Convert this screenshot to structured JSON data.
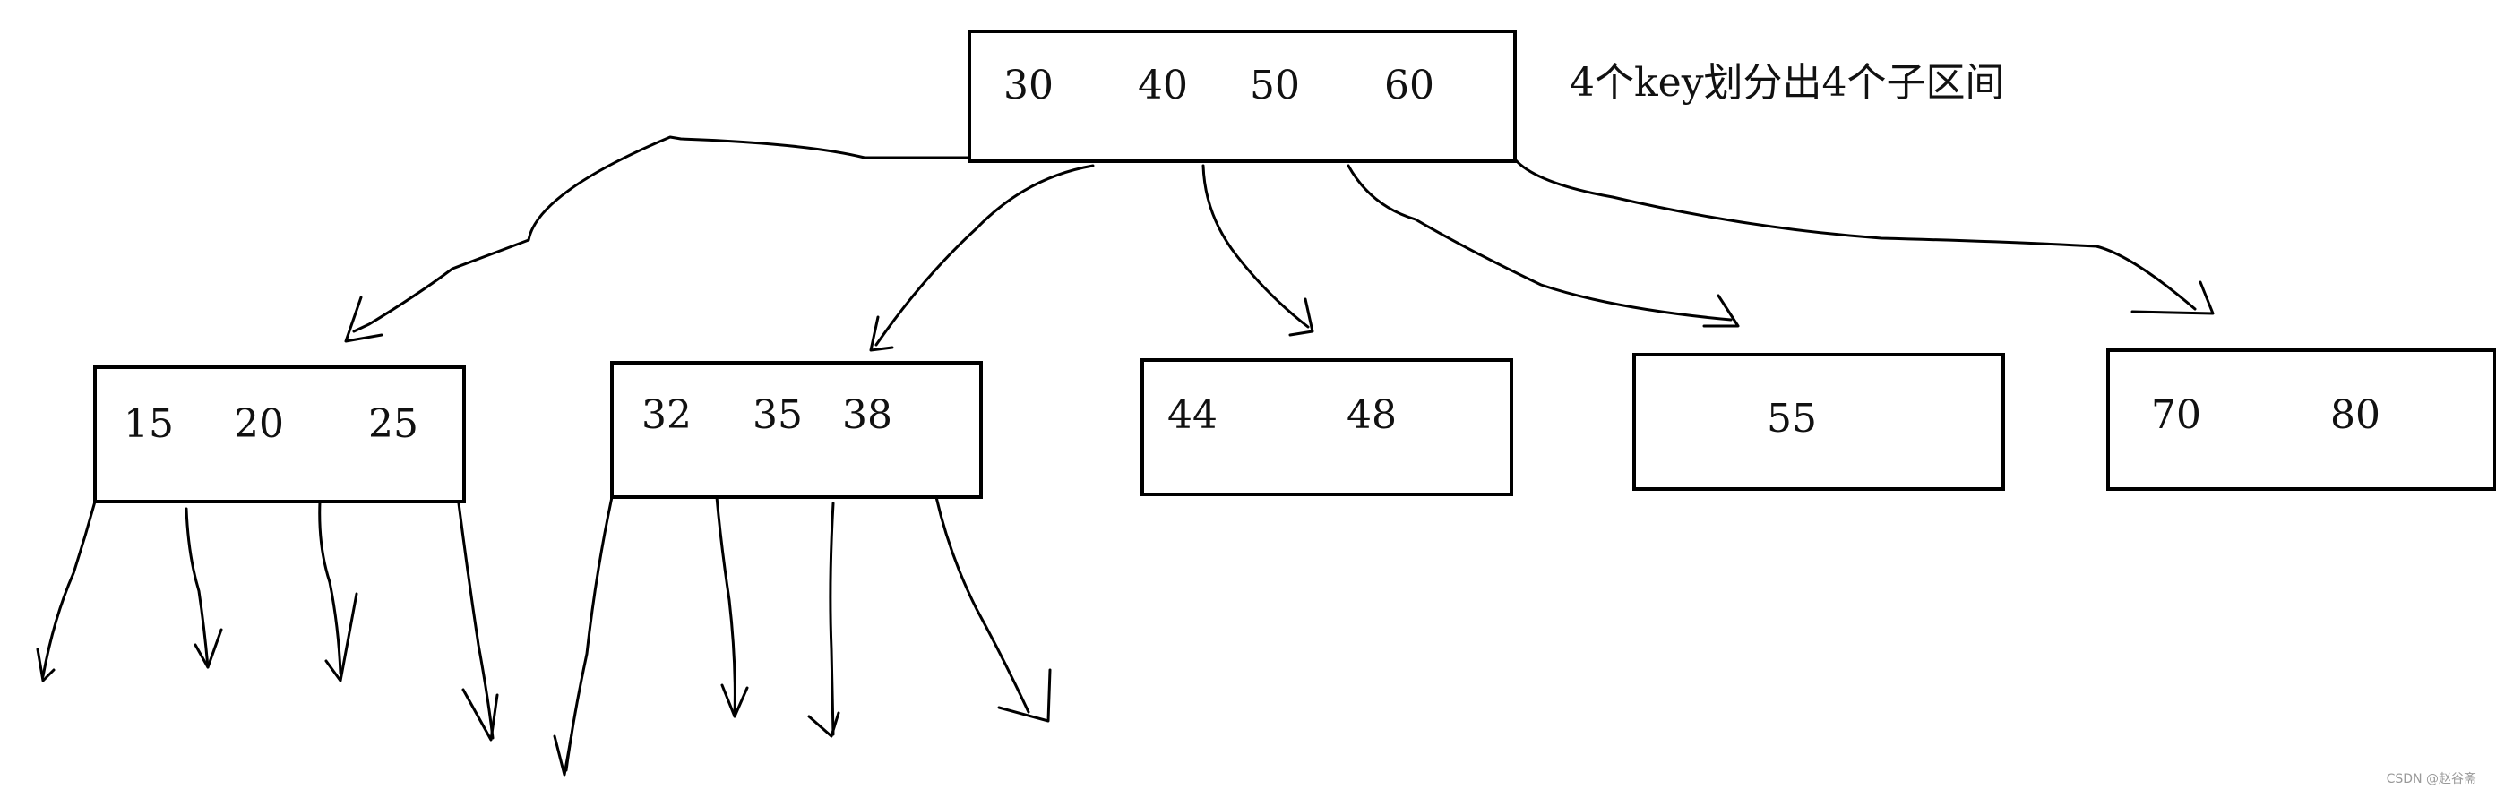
{
  "annotation": "4个key划分出4个子区间",
  "root": {
    "keys": [
      "30",
      "40",
      "50",
      "60"
    ]
  },
  "children": [
    {
      "keys": [
        "15",
        "20",
        "25"
      ]
    },
    {
      "keys": [
        "32",
        "35",
        "38"
      ]
    },
    {
      "keys": [
        "44",
        "48"
      ]
    },
    {
      "keys": [
        "55"
      ]
    },
    {
      "keys": [
        "70",
        "80"
      ]
    }
  ],
  "watermark": "CSDN @赵谷斋",
  "colors": {
    "stroke": "#000000",
    "background": "#ffffff",
    "watermark": "#9a9a9a"
  }
}
